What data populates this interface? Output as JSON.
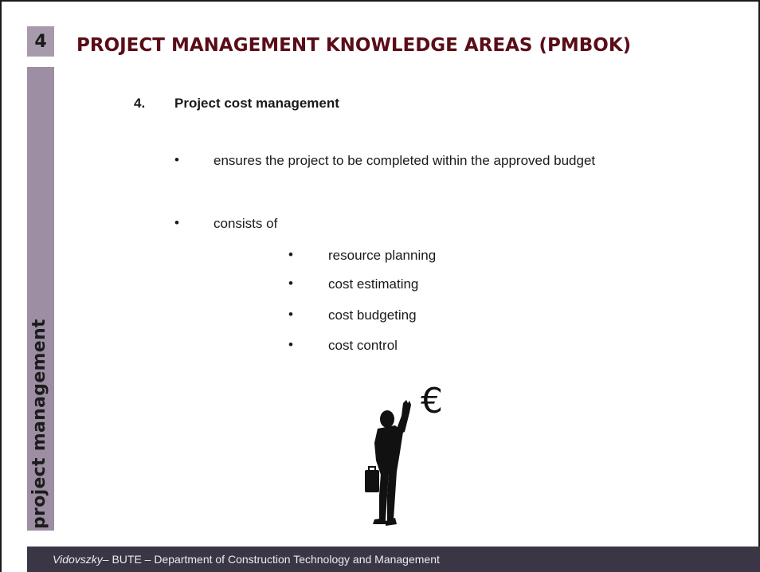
{
  "slide": {
    "number": "4",
    "title": "PROJECT MANAGEMENT KNOWLEDGE AREAS (PMBOK)",
    "side_label": "project management"
  },
  "section": {
    "number": "4.",
    "heading": "Project cost management"
  },
  "bullets": [
    {
      "text": "ensures the project to be completed within the approved budget"
    },
    {
      "text": "consists of"
    }
  ],
  "sub_bullets": [
    {
      "text": "resource planning"
    },
    {
      "text": "cost estimating"
    },
    {
      "text": "cost budgeting"
    },
    {
      "text": "cost control"
    }
  ],
  "illustration": {
    "icon": "businessman-waving-icon",
    "currency_symbol": "€"
  },
  "footer": {
    "author": "Vidovszky",
    "rest": " – BUTE – Department of Construction Technology and Management"
  },
  "colors": {
    "title": "#5a0d18",
    "side_bar": "#9d8ea4",
    "footer_bg": "#3a3645"
  }
}
